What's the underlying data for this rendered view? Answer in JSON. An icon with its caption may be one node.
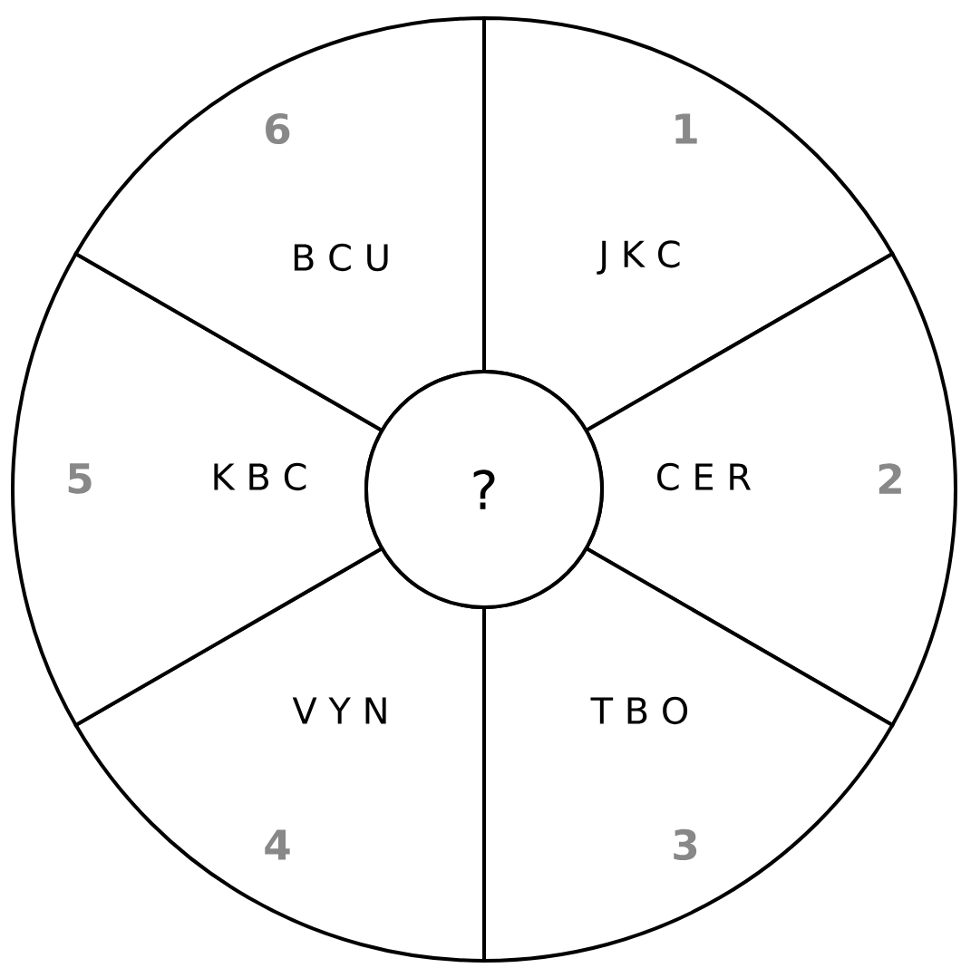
{
  "diagram": {
    "nodes": [
      {
        "text": [
          "J K C"
        ],
        "beside": [
          "1"
        ]
      },
      {
        "text": [
          "C E R"
        ],
        "beside": [
          "2"
        ]
      },
      {
        "text": [
          "T B O"
        ],
        "beside": [
          "3"
        ]
      },
      {
        "text": [
          "V Y N"
        ],
        "beside": [
          "4"
        ]
      },
      {
        "text": [
          "K B C"
        ],
        "beside": [
          "5"
        ]
      },
      {
        "text": [
          "B C U"
        ],
        "beside": [
          "6"
        ]
      },
      {
        "text": [
          "?"
        ]
      }
    ]
  }
}
